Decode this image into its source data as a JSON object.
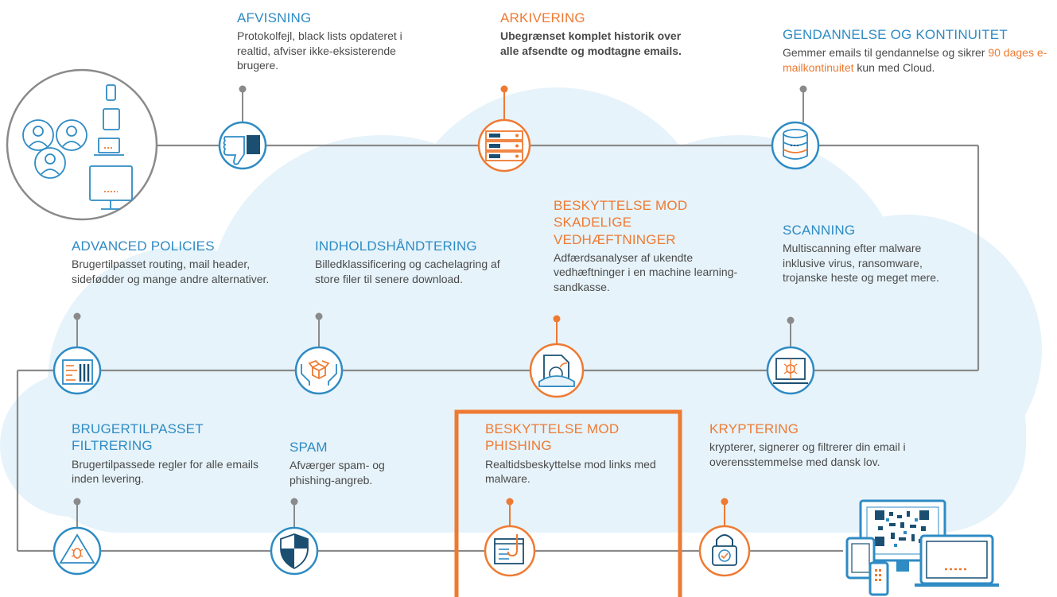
{
  "colors": {
    "blue": "#2e8bc4",
    "orange": "#ee7a32",
    "line": "#8a8a8a",
    "cloud": "#e6f3fa"
  },
  "features": {
    "afvisning": {
      "title": "AFVISNING",
      "desc": "Protokolfejl, black lists opdateret i realtid, afviser ikke-eksisterende brugere.",
      "icon": "thumbs-down-icon"
    },
    "arkivering": {
      "title": "ARKIVERING",
      "desc": "Ubegrænset komplet historik over alle afsendte og modtagne emails.",
      "icon": "server-rack-icon"
    },
    "gendannelse": {
      "title": "GENDANNELSE OG KONTINUITET",
      "desc_pre": "Gemmer emails til gendannelse og sikrer",
      "desc_highlight": "90 dages e-mailkontinuitet",
      "desc_post": "kun med Cloud.",
      "icon": "database-icon"
    },
    "advanced_policies": {
      "title": "ADVANCED POLICIES",
      "desc": "Brugertilpasset routing, mail header, sidefødder og mange andre alternativer.",
      "icon": "code-screen-icon"
    },
    "indholdshaandtering": {
      "title": "INDHOLDSHÅNDTERING",
      "desc": "Billedklassificering og cachelagring af store filer til senere download.",
      "icon": "hands-box-icon"
    },
    "skadelige": {
      "title": "BESKYTTELSE MOD SKADELIGE VEDHÆFTNINGER",
      "desc": "Adfærdsanalyser af ukendte vedhæftninger i en machine learning-sandkasse.",
      "icon": "document-bomb-icon"
    },
    "scanning": {
      "title": "SCANNING",
      "desc": "Multiscanning efter malware inklusive virus, ransomware, trojanske heste og meget mere.",
      "icon": "laptop-bug-scan-icon"
    },
    "filtrering": {
      "title": "BRUGERTILPASSET FILTRERING",
      "desc": "Brugertilpassede regler for alle emails inden levering.",
      "icon": "warning-bug-icon"
    },
    "spam": {
      "title": "SPAM",
      "desc": "Afværger spam- og phishing-angreb.",
      "icon": "shield-icon"
    },
    "phishing": {
      "title": "BESKYTTELSE MOD PHISHING",
      "desc": "Realtidsbeskyttelse mod links med malware.",
      "icon": "phishing-hook-icon"
    },
    "kryptering": {
      "title": "KRYPTERING",
      "desc": "krypterer, signerer og filtrerer din email i overensstemmelse med dansk lov.",
      "icon": "padlock-icon"
    }
  },
  "endpoints": {
    "start": "users-devices-icon",
    "end": "devices-qr-icon"
  }
}
